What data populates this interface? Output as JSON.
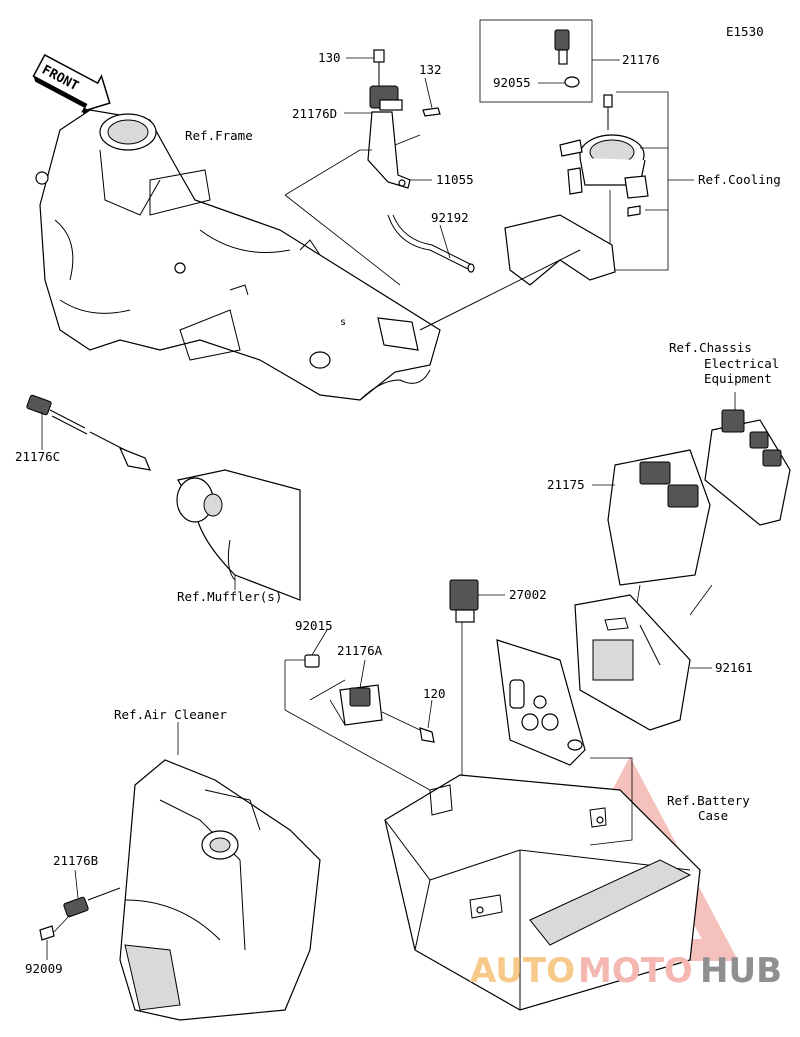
{
  "diagram_code": "E1530",
  "front_arrow": "FRONT",
  "callouts": {
    "p130": "130",
    "p132": "132",
    "p21176D": "21176D",
    "p11055": "11055",
    "p92192": "92192",
    "p21176": "21176",
    "p92055": "92055",
    "ref_frame": "Ref.Frame",
    "ref_cooling": "Ref.Cooling",
    "ref_chassis_1": "Ref.Chassis",
    "ref_chassis_2": "Electrical",
    "ref_chassis_3": "Equipment",
    "p21176C": "21176C",
    "p21175": "21175",
    "ref_muffler": "Ref.Muffler(s)",
    "p27002": "27002",
    "p92015": "92015",
    "p21176A": "21176A",
    "p120": "120",
    "p92161": "92161",
    "ref_air_cleaner": "Ref.Air Cleaner",
    "ref_battery_1": "Ref.Battery",
    "ref_battery_2": "Case",
    "p21176B": "21176B",
    "p92009": "92009"
  },
  "watermark": {
    "part1": "AUTO",
    "part2": "MOTO",
    "part3": "HUB",
    "color_main": "#f4b7b1",
    "color_accent": "#f7c98a",
    "color_dark": "#8f8f8f"
  },
  "colors": {
    "line": "#000000",
    "background": "#ffffff"
  }
}
